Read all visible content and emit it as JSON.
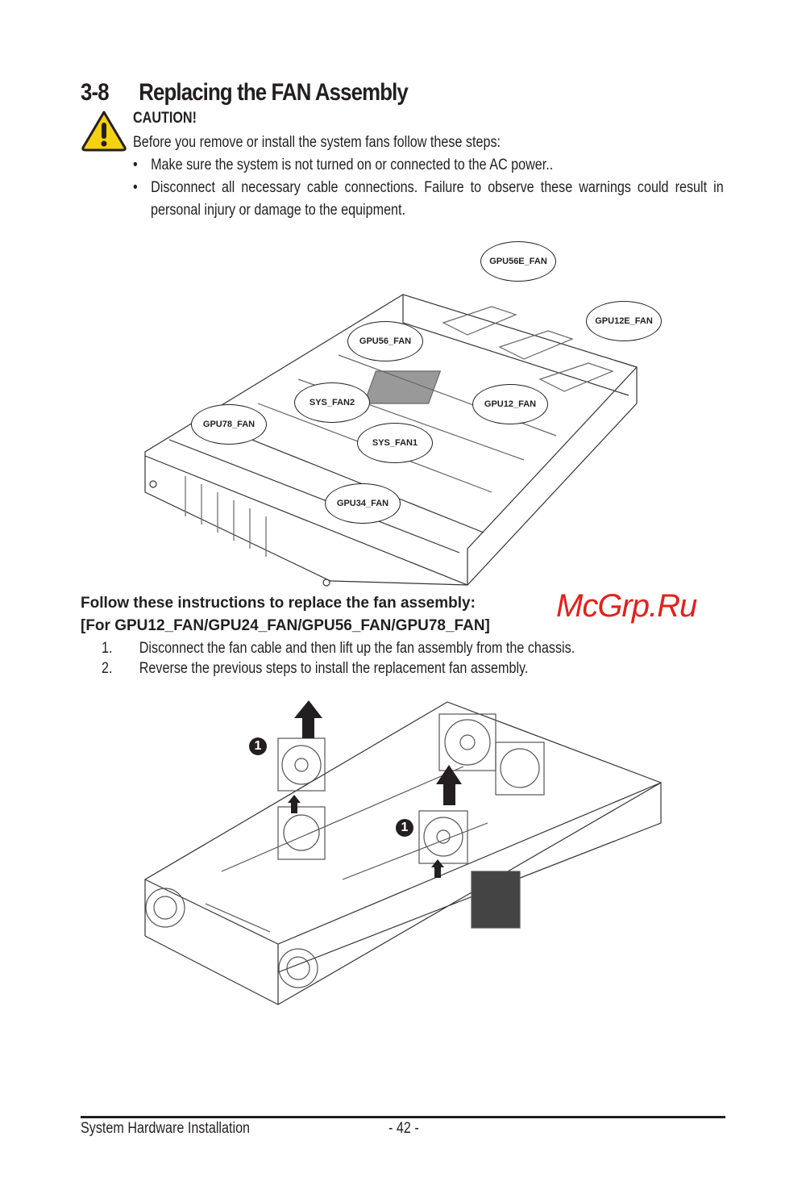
{
  "section": {
    "number": "3-8",
    "title": "Replacing the FAN Assembly"
  },
  "caution": {
    "heading": "CAUTION!",
    "intro": "Before you remove or install the system fans follow these steps:",
    "bullets": [
      "Make sure the system is not turned on or connected to the AC power..",
      "Disconnect all necessary cable connections. Failure to observe these warnings could result in",
      "personal injury or damage to the equipment."
    ],
    "bullet_char": "•"
  },
  "diagram1": {
    "callouts": [
      "GPU56E_FAN",
      "GPU12E_FAN",
      "GPU56_FAN",
      "SYS_FAN2",
      "GPU12_FAN",
      "GPU78_FAN",
      "SYS_FAN1",
      "GPU34_FAN"
    ]
  },
  "instructions": {
    "heading": "Follow these instructions to replace the fan assembly:",
    "subheading": "[For GPU12_FAN/GPU24_FAN/GPU56_FAN/GPU78_FAN]",
    "steps": [
      {
        "n": "1.",
        "text": "Disconnect the fan cable and then lift up the fan assembly from the chassis."
      },
      {
        "n": "2.",
        "text": "Reverse the previous steps to install the replacement fan assembly."
      }
    ]
  },
  "diagram2": {
    "step_marker": "1"
  },
  "watermark": "McGrp.Ru",
  "footer": {
    "left": "System Hardware Installation",
    "page": "- 42 -"
  },
  "colors": {
    "caution_yellow": "#f5d10f",
    "watermark": "#e3211b"
  }
}
